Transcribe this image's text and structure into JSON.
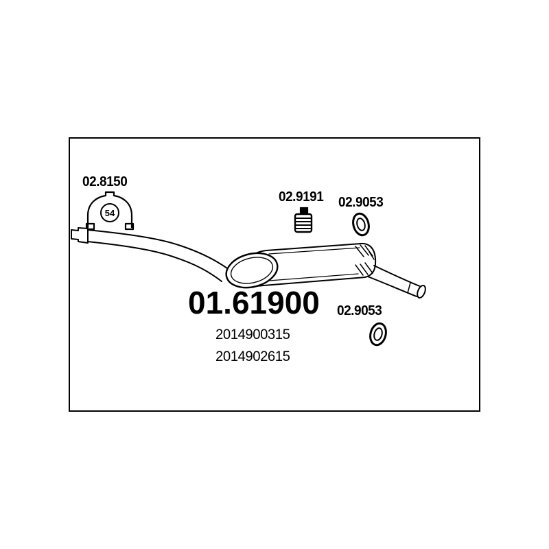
{
  "diagram": {
    "labels": {
      "clamp_part": "02.8150",
      "clamp_size": "54",
      "mount_part": "02.9191",
      "ring_top_part": "02.9053",
      "ring_bottom_part": "02.9053"
    },
    "main_part_number": "01.61900",
    "oe_numbers": [
      "2014900315",
      "2014902615"
    ],
    "colors": {
      "line": "#000000",
      "background": "#ffffff"
    }
  }
}
